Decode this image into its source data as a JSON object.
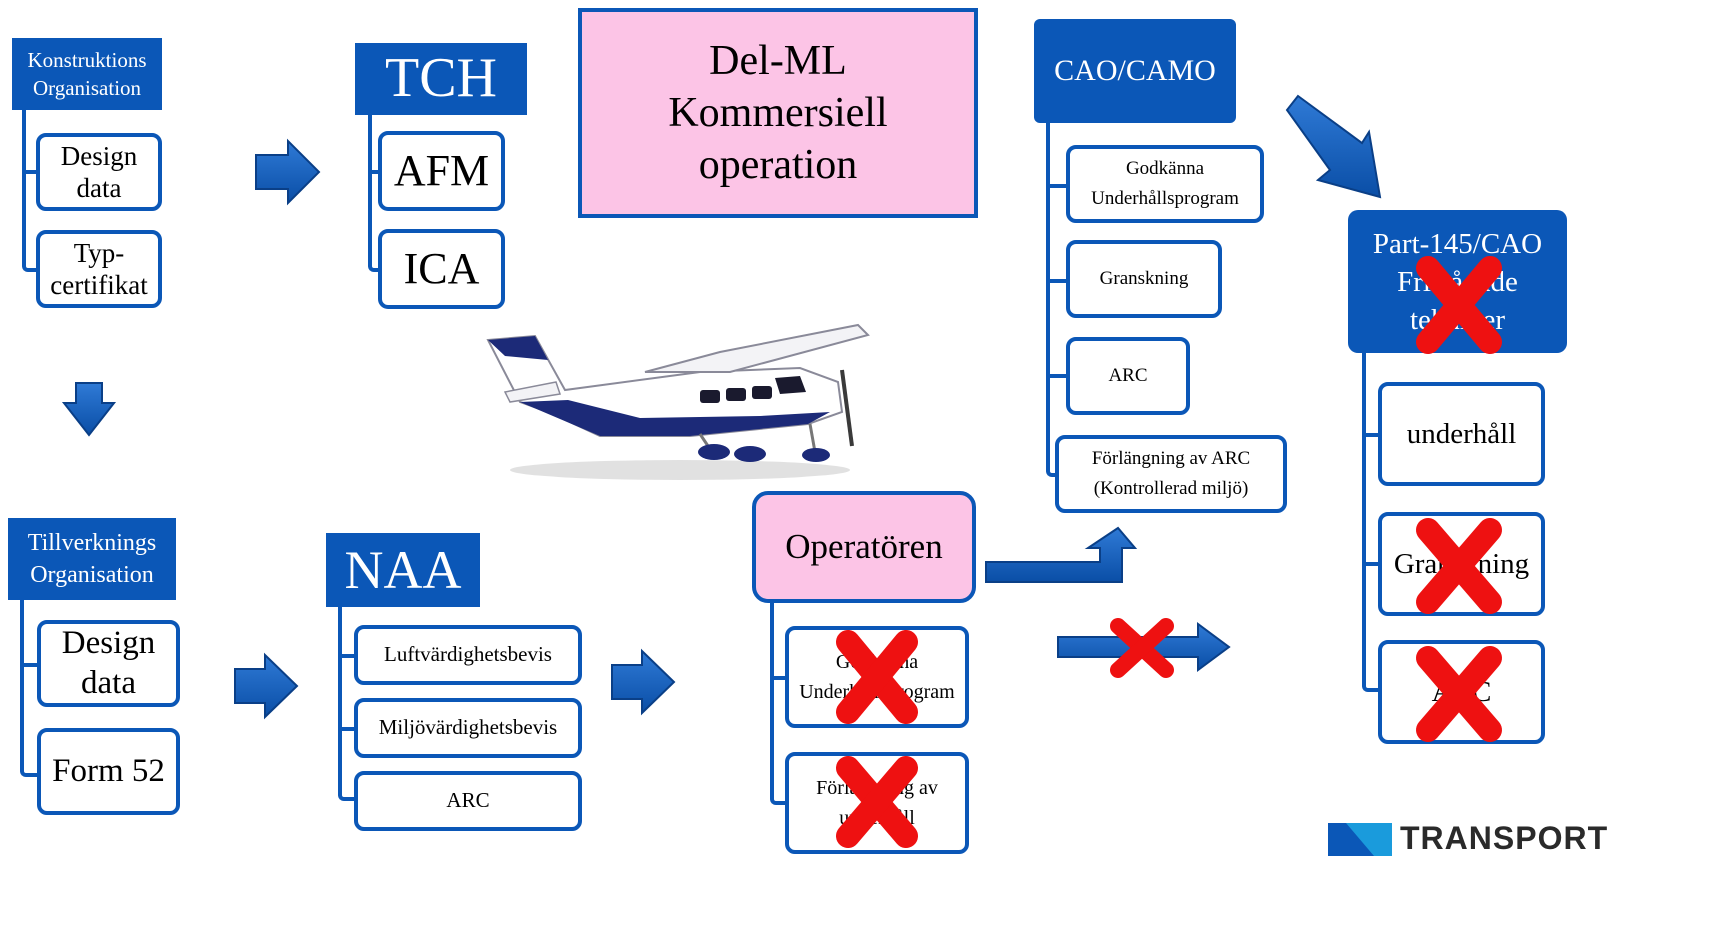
{
  "title": {
    "lines": [
      "Del-ML",
      "Kommersiell",
      "operation"
    ]
  },
  "design_org": {
    "header": [
      "Konstruktions",
      "Organisation"
    ],
    "items": [
      [
        "Design",
        "data"
      ],
      [
        "Typ-",
        "certifikat"
      ]
    ]
  },
  "tch": {
    "header": "TCH",
    "items": [
      "AFM",
      "ICA"
    ]
  },
  "production_org": {
    "header": [
      "Tillverknings",
      "Organisation"
    ],
    "items": [
      [
        "Design",
        "data"
      ],
      [
        "Form 52"
      ]
    ]
  },
  "naa": {
    "header": "NAA",
    "items": [
      "Luftvärdighetsbevis",
      "Miljövärdighetsbevis",
      "ARC"
    ]
  },
  "operator": {
    "header": "Operatören",
    "items": [
      [
        "Godkänna",
        "Underhållsprogram"
      ],
      [
        "Förlängning av",
        "underhåll"
      ]
    ]
  },
  "cao_camo": {
    "header": "CAO/CAMO",
    "items": [
      [
        "Godkänna",
        "Underhållsprogram"
      ],
      [
        "Granskning"
      ],
      [
        "ARC"
      ],
      [
        "Förlängning av ARC",
        "(Kontrollerad miljö)"
      ]
    ]
  },
  "part145": {
    "header": [
      "Part-145/CAO",
      "Fristående",
      "tekniker"
    ],
    "items": [
      "underhåll",
      "Granskning",
      "ARC"
    ]
  },
  "logo": {
    "text": "TRANSPORT"
  },
  "colors": {
    "blue": "#0b57b7",
    "pink": "#fcc4e6",
    "cross": "#ee1111"
  }
}
